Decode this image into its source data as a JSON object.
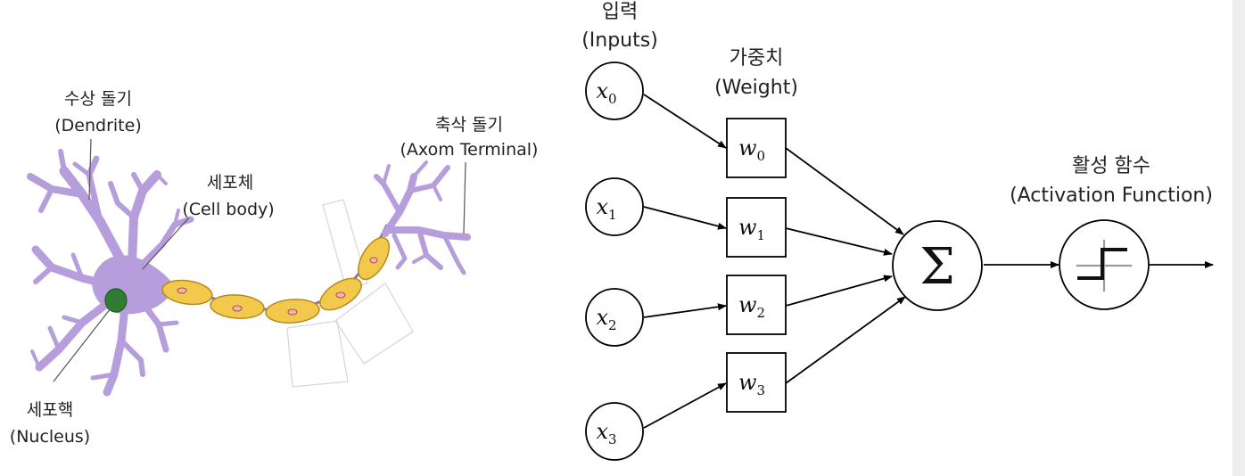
{
  "neuron": {
    "dendrite": {
      "ko": "수상 돌기",
      "en": "(Dendrite)"
    },
    "cell_body": {
      "ko": "세포체",
      "en": "(Cell body)"
    },
    "axon_terminal": {
      "ko": "축삭 돌기",
      "en": "(Axom Terminal)"
    },
    "nucleus": {
      "ko": "세포핵",
      "en": "(Nucleus)"
    }
  },
  "perceptron": {
    "inputs_title": {
      "ko": "입력",
      "en": "(Inputs)"
    },
    "weights_title": {
      "ko": "가중치",
      "en": "(Weight)"
    },
    "activation_title": {
      "ko": "활성 함수",
      "en": "(Activation Function)"
    },
    "inputs": [
      {
        "var": "x",
        "sub": "0"
      },
      {
        "var": "x",
        "sub": "1"
      },
      {
        "var": "x",
        "sub": "2"
      },
      {
        "var": "x",
        "sub": "3"
      }
    ],
    "weights": [
      {
        "var": "w",
        "sub": "0"
      },
      {
        "var": "w",
        "sub": "1"
      },
      {
        "var": "w",
        "sub": "2"
      },
      {
        "var": "w",
        "sub": "3"
      }
    ],
    "sum_symbol": "Σ"
  },
  "colors": {
    "neuron_fill": "#b69ddb",
    "neuron_stroke": "#7b5fb0",
    "myelin_fill": "#f2c94c",
    "myelin_stroke": "#b88a1a",
    "nucleus_fill": "#2e7d32",
    "line": "#000000"
  }
}
